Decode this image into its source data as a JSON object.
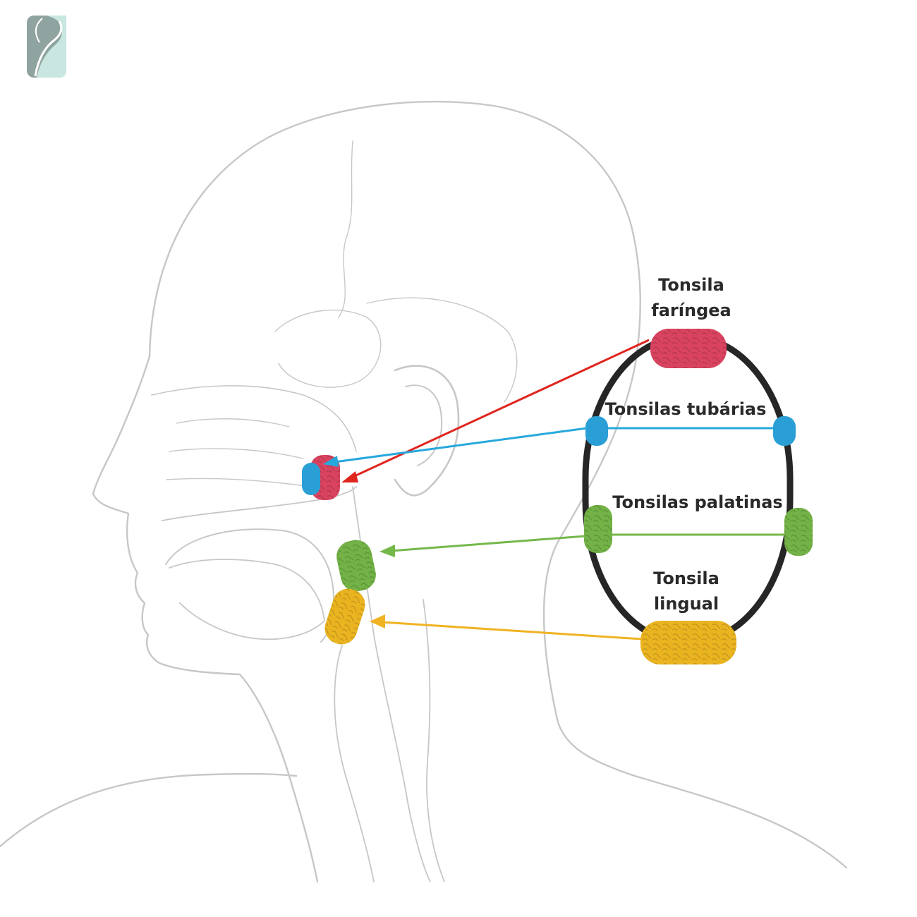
{
  "labels": {
    "pharyngeal": {
      "line1": "Tonsila",
      "line2": "faríngea"
    },
    "tubal": "Tonsilas tubárias",
    "palatine": "Tonsilas palatinas",
    "lingual": {
      "line1": "Tonsila",
      "line2": "lingual"
    }
  },
  "colors": {
    "pharyngeal": "#d9435f",
    "tubal": "#2a9fd6",
    "palatine": "#72b246",
    "lingual": "#eab421",
    "red_arrow": "#e0251f",
    "blue_arrow": "#27a8dc",
    "green_arrow": "#74b84a",
    "yellow_arrow": "#f0b323",
    "ring": "#262626",
    "outline": "#c4c4c4"
  },
  "icons": {
    "logo": "logo-icon"
  }
}
